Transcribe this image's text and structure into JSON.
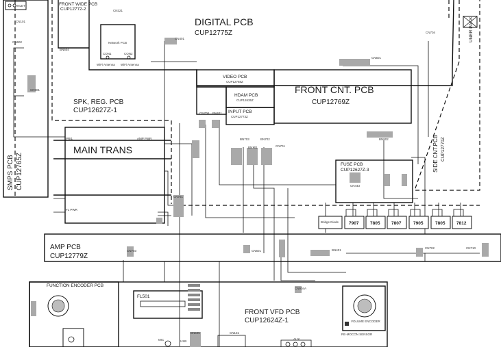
{
  "boards": {
    "digital": {
      "name": "DIGITAL PCB",
      "part": "CUP12775Z"
    },
    "front_cnt": {
      "name": "FRONT CNT. PCB",
      "part": "CUP12769Z"
    },
    "spk_reg": {
      "name": "SPK, REG. PCB",
      "part": "CUP12627Z-1"
    },
    "main_trans": {
      "name": "MAIN TRANS"
    },
    "smps": {
      "name": "SMPS PCB",
      "part": "CUP12765Z"
    },
    "fuse": {
      "name": "FUSE PCB",
      "part": "CUP12627Z-3"
    },
    "side_cnt": {
      "name": "SIDE CNT.PCB",
      "part": "CUP12770Z"
    },
    "amp": {
      "name": "AMP PCB",
      "part": "CUP12779Z"
    },
    "front_vfd": {
      "name": "FRONT VFD PCB",
      "part": "CUP12624Z-1"
    },
    "front_wide": {
      "name": "FRONT WIDE PCB",
      "part": "CUP12772-2"
    },
    "video": {
      "name": "VIDEO PCB",
      "part": "CUP12768Z"
    },
    "hdmi": {
      "name": "HDAM PCB",
      "part": "CUP12635Z"
    },
    "input": {
      "name": "INPUT PCB",
      "part": "CUP12773Z"
    },
    "network": {
      "name": "Network PCB"
    },
    "function_encoder": {
      "name": "FUNCTION ENCODER PCB"
    },
    "uner_pack": {
      "name": "UNER PACK"
    }
  },
  "regulators": [
    "7907",
    "7805",
    "7807",
    "7905",
    "7805",
    "7812"
  ],
  "small_labels": {
    "inlet": "INLET",
    "bridge_diode": "Bridge Diode",
    "fl501": "FL501",
    "volume_encoder": "VOLUME ENCODER",
    "remocon_sensor": "RE-MOCON SENSOR",
    "mic": "MIC",
    "aux": "AUX",
    "wifi_antenna": "WiFi Antenna",
    "conn1": "CON1",
    "conn2": "CON2",
    "usb": "USB"
  },
  "connectors": {
    "cn321": "CN321",
    "cn401": "CN401",
    "cn501": "CN501",
    "cn704": "CN704",
    "cn708": "CN708",
    "bn401": "BN401",
    "cn701": "CN701",
    "cn703": "CN703",
    "cn601": "CN601",
    "cn751": "CN751",
    "cn443": "CN443",
    "cn702": "CN702",
    "cn710": "CN710",
    "cn901": "CN901",
    "bn701": "BN701",
    "bn702": "BN702",
    "bn703": "BN703",
    "bn802": "BN802",
    "cn602": "CN602",
    "bn401b": "BN401",
    "cn904a": "CN904A",
    "cn101": "CN101",
    "bn505": "BN505",
    "cn131": "CN131",
    "pri1": "PRI1",
    "amp_pwr": "AMP PWR",
    "fl_pwr": "FL PWR",
    "bn604": "BN604"
  }
}
